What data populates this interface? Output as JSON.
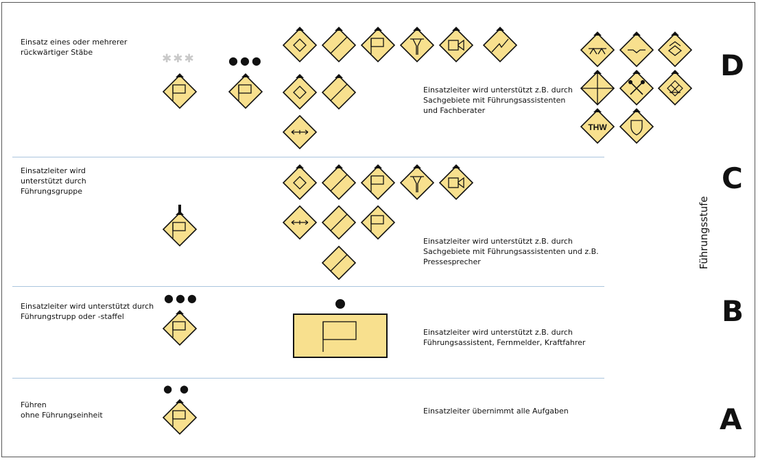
{
  "levels": {
    "D": {
      "letter": "D",
      "description": "Einsatz eines oder mehrerer\nrückwärtiger Stäbe",
      "support_text": "Einsatzleiter wird unterstützt z.B. durch\nSachgebiete mit Führungsassistenten\nund Fachberater",
      "stars": "✱✱✱",
      "dots": "●●●"
    },
    "C": {
      "letter": "C",
      "description": "Einsatzleiter wird\nunterstützt durch\nFührungsgruppe",
      "support_text": "Einsatzleiter wird unterstützt z.B. durch\nSachgebiete mit Führungsassistenten und z.B.\nPressesprecher"
    },
    "B": {
      "letter": "B",
      "description": "Einsatzleiter wird unterstützt durch\nFührungstrupp  oder -staffel",
      "support_text": "Einsatzleiter wird unterstützt z.B. durch\nFührungsassistent, Fernmelder, Kraftfahrer",
      "dots": "●●●"
    },
    "A": {
      "letter": "A",
      "description": "Führen\nohne Führungseinheit",
      "support_text": "Einsatzleiter übernimmt alle Aufgaben",
      "dots": "●  ●"
    }
  },
  "axis_label": "Führungsstufe",
  "symbols": {
    "thw_label": "THW"
  },
  "colors": {
    "symbol_fill": "#f8e08e",
    "separator": "#a9c4de",
    "line": "#111111"
  }
}
